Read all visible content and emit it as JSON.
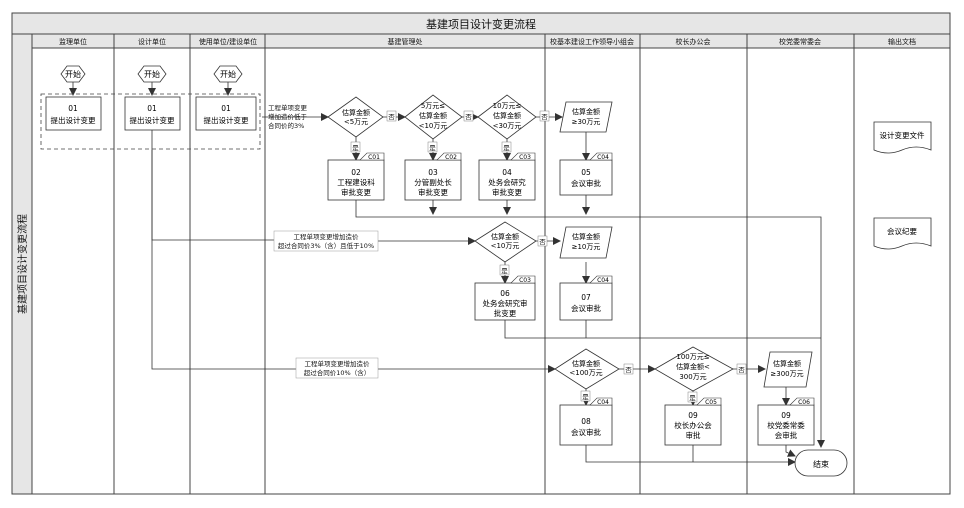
{
  "title": "基建项目设计变更流程",
  "side_title": "基建项目设计变更流程",
  "lanes": [
    "监理单位",
    "设计单位",
    "使用单位/建设单位",
    "基建管理处",
    "校基本建设工作领导小组会",
    "校长办公会",
    "校党委常委会",
    "输出文档"
  ],
  "start_label": "开始",
  "submit": {
    "num": "01",
    "text": "提出设计变更"
  },
  "cond1": [
    "工程单项变更",
    "增加造价低于",
    "合同价的3%"
  ],
  "cond2": [
    "工程单项变更增加造价",
    "超过合同价3%（含）且低于10%"
  ],
  "cond3": [
    "工程单项变更增加造价",
    "超过合同价10%（含）"
  ],
  "dec_a": [
    "估算金额",
    "<5万元"
  ],
  "dec_b": [
    "5万元≤",
    "估算金额",
    "<10万元"
  ],
  "dec_c": [
    "10万元≤",
    "估算金额",
    "<30万元"
  ],
  "dec_d": [
    "估算金额",
    "≥30万元"
  ],
  "dec_e": [
    "估算金额",
    "<10万元"
  ],
  "dec_f": [
    "估算金额",
    "≥10万元"
  ],
  "dec_g": [
    "估算金额",
    "<100万元"
  ],
  "dec_h": [
    "100万元≤",
    "估算金额<",
    "300万元"
  ],
  "dec_i": [
    "估算金额",
    "≥300万元"
  ],
  "yes": "是",
  "no": "否",
  "box02": {
    "num": "02",
    "l1": "工程建设科",
    "l2": "审批变更",
    "tag": "C01"
  },
  "box03": {
    "num": "03",
    "l1": "分管副处长",
    "l2": "审批变更",
    "tag": "C02"
  },
  "box04": {
    "num": "04",
    "l1": "处务会研究",
    "l2": "审批变更",
    "tag": "C03"
  },
  "box05": {
    "num": "05",
    "l1": "会议审批",
    "tag": "C04"
  },
  "box06": {
    "num": "06",
    "l1": "处务会研究审",
    "l2": "批变更",
    "tag": "C03"
  },
  "box07": {
    "num": "07",
    "l1": "会议审批",
    "tag": "C04"
  },
  "box08": {
    "num": "08",
    "l1": "会议审批",
    "tag": "C04"
  },
  "box09a": {
    "num": "09",
    "l1": "校长办公会",
    "l2": "审批",
    "tag": "C05"
  },
  "box09b": {
    "num": "09",
    "l1": "校党委常委",
    "l2": "会审批",
    "tag": "C06"
  },
  "end_label": "结束",
  "doc1": "设计变更文件",
  "doc2": "会议纪要"
}
